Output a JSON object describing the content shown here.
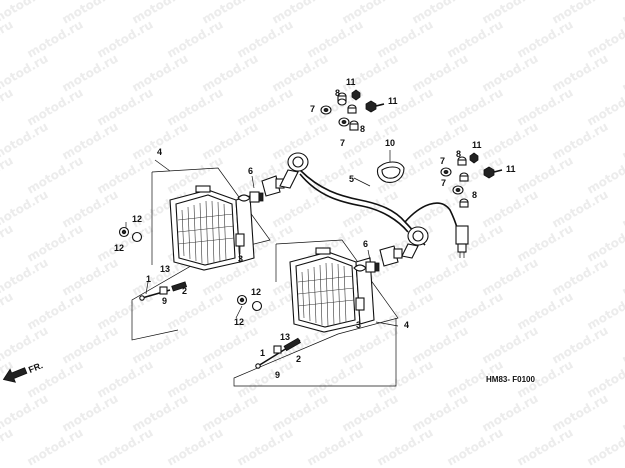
{
  "watermark": "motod.ru",
  "diagram_code": "HM83- F0100",
  "fr_label": "FR.",
  "callouts": {
    "c1": "1",
    "c2": "2",
    "c3": "3",
    "c4": "4",
    "c5": "5",
    "c6": "6",
    "c7": "7",
    "c8": "8",
    "c9": "9",
    "c10": "10",
    "c11": "11",
    "c12": "12",
    "c13": "13"
  }
}
